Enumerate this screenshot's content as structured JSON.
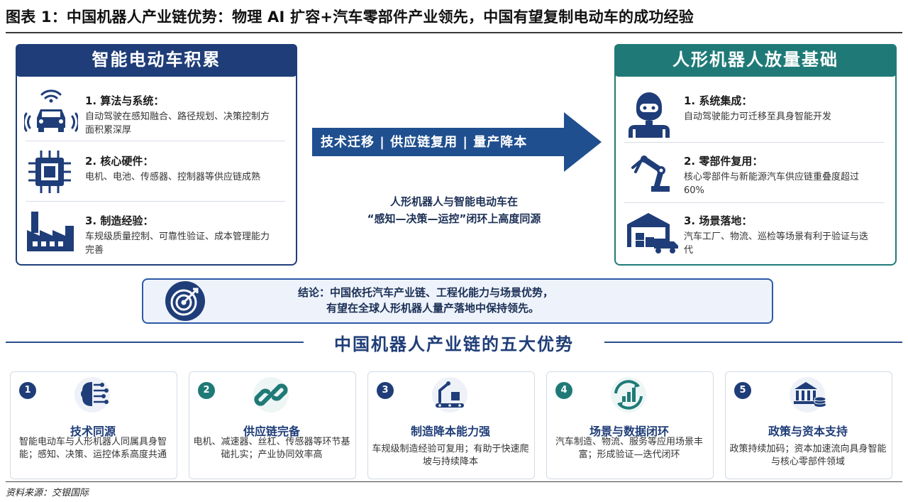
{
  "figure_title": "图表 1：中国机器人产业链优势：物理 AI 扩容+汽车零部件产业领先，中国有望复制电动车的成功经验",
  "left_panel": {
    "header": "智能电动车积累",
    "items": [
      {
        "title": "1. 算法与系统：",
        "desc": "自动驾驶在感知融合、路径规划、决策控制方面积累深厚",
        "icon": "connected-car-icon"
      },
      {
        "title": "2. 核心硬件：",
        "desc": "电机、电池、传感器、控制器等供应链成熟",
        "icon": "chip-icon"
      },
      {
        "title": "3. 制造经验：",
        "desc": "车规级质量控制、可靠性验证、成本管理能力完善",
        "icon": "factory-icon"
      }
    ]
  },
  "right_panel": {
    "header": "人形机器人放量基础",
    "items": [
      {
        "title": "1. 系统集成：",
        "desc": "自动驾驶能力可迁移至具身智能开发",
        "icon": "robot-icon"
      },
      {
        "title": "2. 零部件复用：",
        "desc": "核心零部件与新能源汽车供应链重叠度超过60%",
        "icon": "robot-arm-icon"
      },
      {
        "title": "3. 场景落地：",
        "desc": "汽车工厂、物流、巡检等场景有利于验证与迭代",
        "icon": "warehouse-icon"
      }
    ]
  },
  "arrow_text": "技术迁移 | 供应链复用 | 量产降本",
  "center_note": [
    "人形机器人与智能电动车在",
    "“感知—决策—运控”闭环上高度同源"
  ],
  "conclusion": [
    "结论：中国依托汽车产业链、工程化能力与场景优势，",
    "有望在全球人形机器人量产落地中保持领先。"
  ],
  "section_title": "中国机器人产业链的五大优势",
  "cards": [
    {
      "num": "1",
      "title": "技术同源",
      "desc": "智能电动车与人形机器人同属具身智能；感知、决策、运控体系高度共通",
      "icon": "brain-circuit-icon"
    },
    {
      "num": "2",
      "title": "供应链完备",
      "desc": "电机、减速器、丝杠、传感器等环节基础扎实；产业协同效率高",
      "icon": "chain-link-icon"
    },
    {
      "num": "3",
      "title": "制造降本能力强",
      "desc": "车规级制造经验可复用；有助于快速爬坡与持续降本",
      "icon": "assembly-line-icon"
    },
    {
      "num": "4",
      "title": "场景与数据闭环",
      "desc": "汽车制造、物流、服务等应用场景丰富；形成验证—迭代闭环",
      "icon": "data-cycle-icon"
    },
    {
      "num": "5",
      "title": "政策与资本支持",
      "desc": "政策持续加码；资本加速流向具身智能与核心零部件领域",
      "icon": "bank-coins-icon"
    }
  ],
  "source": "资料来源：交银国际",
  "colors": {
    "navy": "#1f3d78",
    "teal": "#1f7a77",
    "arrow": "#1f4f8f"
  }
}
